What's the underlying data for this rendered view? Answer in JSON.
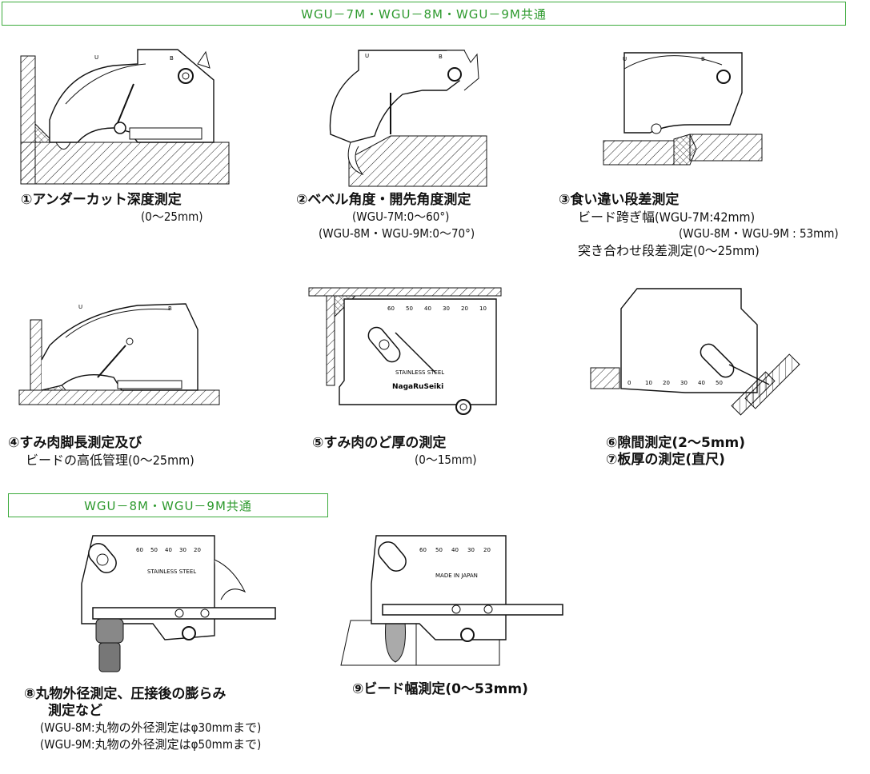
{
  "banner_top": "WGU－7M・WGU－8M・WGU－9M共通",
  "banner_bottom": "WGU－8M・WGU－9M共通",
  "gauge_print": {
    "stainless": "STAINLESS STEEL",
    "made": "MADE IN JAPAN",
    "brand": "NagaRuSeiki",
    "u": "U",
    "b": "B",
    "scale_top": [
      "60",
      "50",
      "40",
      "30",
      "20",
      "10"
    ],
    "scale_side": [
      "10",
      "20",
      "30",
      "40",
      "50"
    ],
    "scale_bottom": [
      "0",
      "10",
      "20",
      "30",
      "40",
      "50"
    ]
  },
  "captions": {
    "c1": {
      "main": "①アンダーカット深度測定",
      "sub1": "(0～25mm)"
    },
    "c2": {
      "main": "②ベベル角度・開先角度測定",
      "sub1": "(WGU-7M:0～60°)",
      "sub2": "(WGU-8M・WGU-9M:0～70°)"
    },
    "c3": {
      "main": "③食い違い段差測定",
      "sub1": "ビード跨ぎ幅(WGU-7M:42mm)",
      "sub2": "(WGU-8M・WGU-9M : 53mm)",
      "sub3": "突き合わせ段差測定(0～25mm)"
    },
    "c4": {
      "main": "④すみ肉脚長測定及び",
      "sub1": "ビードの高低管理(0～25mm)"
    },
    "c5": {
      "main": "⑤すみ肉のど厚の測定",
      "sub1": "(0～15mm)"
    },
    "c6": {
      "main": "⑥隙間測定(2～5mm)",
      "sub1": "⑦板厚の測定(直尺)"
    },
    "c8": {
      "main": "⑧丸物外径測定、圧接後の膨らみ",
      "sub1": "測定など",
      "sub2": "(WGU-8M:丸物の外径測定はφ30mmまで)",
      "sub3": "(WGU-9M:丸物の外径測定はφ50mmまで)"
    },
    "c9": {
      "main": "⑨ビード幅測定(0～53mm)"
    }
  }
}
